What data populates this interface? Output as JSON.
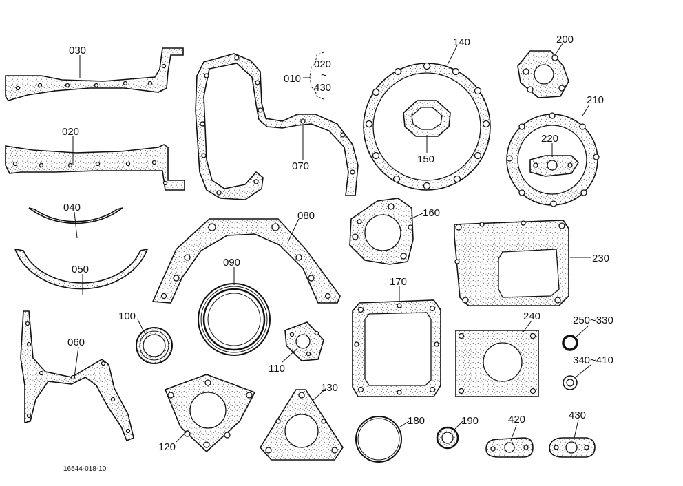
{
  "diagram": {
    "labels": {
      "p010": "010",
      "p020a": "020",
      "p430a": "430",
      "tilde": "~",
      "p030": "030",
      "p020": "020",
      "p040": "040",
      "p050": "050",
      "p060": "060",
      "p070": "070",
      "p080": "080",
      "p090": "090",
      "p100": "100",
      "p110": "110",
      "p120": "120",
      "p130": "130",
      "p140": "140",
      "p150": "150",
      "p160": "160",
      "p170": "170",
      "p180": "180",
      "p190": "190",
      "p200": "200",
      "p210": "210",
      "p220": "220",
      "p230": "230",
      "p240": "240",
      "p250": "250~330",
      "p340": "340~410",
      "p420": "420",
      "p430": "430"
    },
    "figure_code": "16544-018-10"
  }
}
